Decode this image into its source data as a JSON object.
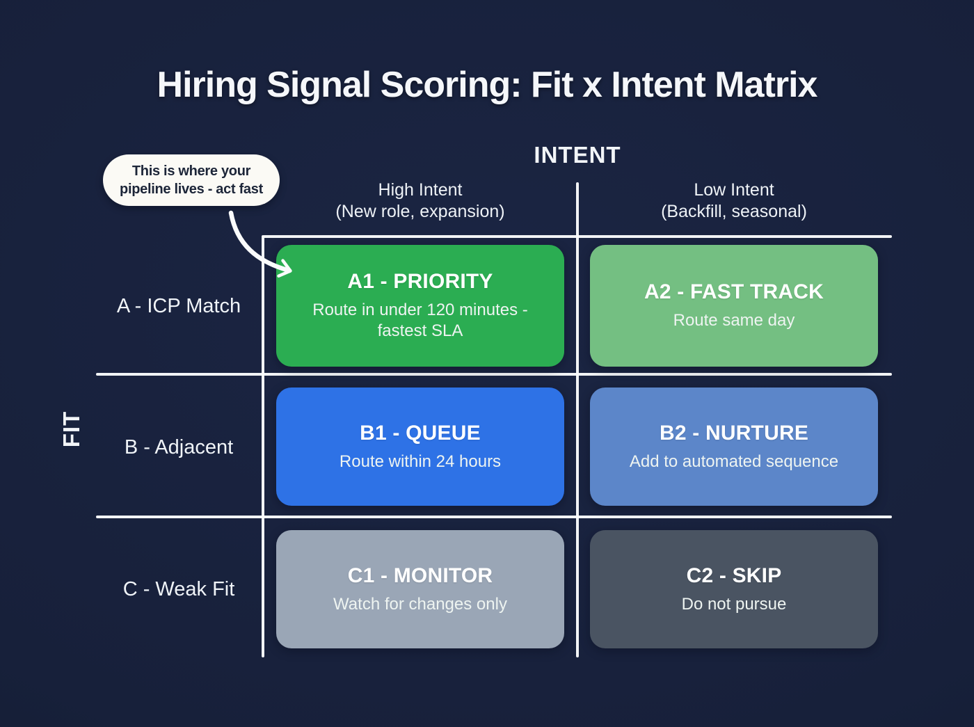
{
  "title": "Hiring Signal Scoring: Fit x Intent Matrix",
  "axes": {
    "intent_label": "INTENT",
    "fit_label": "FIT"
  },
  "columns": [
    {
      "label": "High Intent",
      "sublabel": "(New role, expansion)"
    },
    {
      "label": "Low Intent",
      "sublabel": "(Backfill, seasonal)"
    }
  ],
  "rows": [
    {
      "label": "A - ICP Match"
    },
    {
      "label": "B - Adjacent"
    },
    {
      "label": "C - Weak Fit"
    }
  ],
  "cells": [
    {
      "id": "A1",
      "title": "A1 - PRIORITY",
      "subtitle": "Route in under 120 minutes - fastest SLA",
      "color": "#2bad52"
    },
    {
      "id": "A2",
      "title": "A2 - FAST TRACK",
      "subtitle": "Route same day",
      "color": "#74bf82"
    },
    {
      "id": "B1",
      "title": "B1 - QUEUE",
      "subtitle": "Route within 24 hours",
      "color": "#2e72e6"
    },
    {
      "id": "B2",
      "title": "B2 - NURTURE",
      "subtitle": "Add to automated sequence",
      "color": "#5c86c9"
    },
    {
      "id": "C1",
      "title": "C1 - MONITOR",
      "subtitle": "Watch for changes only",
      "color": "#9aa6b6"
    },
    {
      "id": "C2",
      "title": "C2 - SKIP",
      "subtitle": "Do not pursue",
      "color": "#4a5462"
    }
  ],
  "callout": {
    "lines": [
      "This is where your",
      "pipeline lives - act fast"
    ]
  },
  "colors": {
    "background": "#17203a",
    "grid_line": "#fafbfc",
    "heading_text": "#f5f7fa",
    "callout_bg": "#fbfaf5",
    "callout_text": "#1c2538"
  }
}
